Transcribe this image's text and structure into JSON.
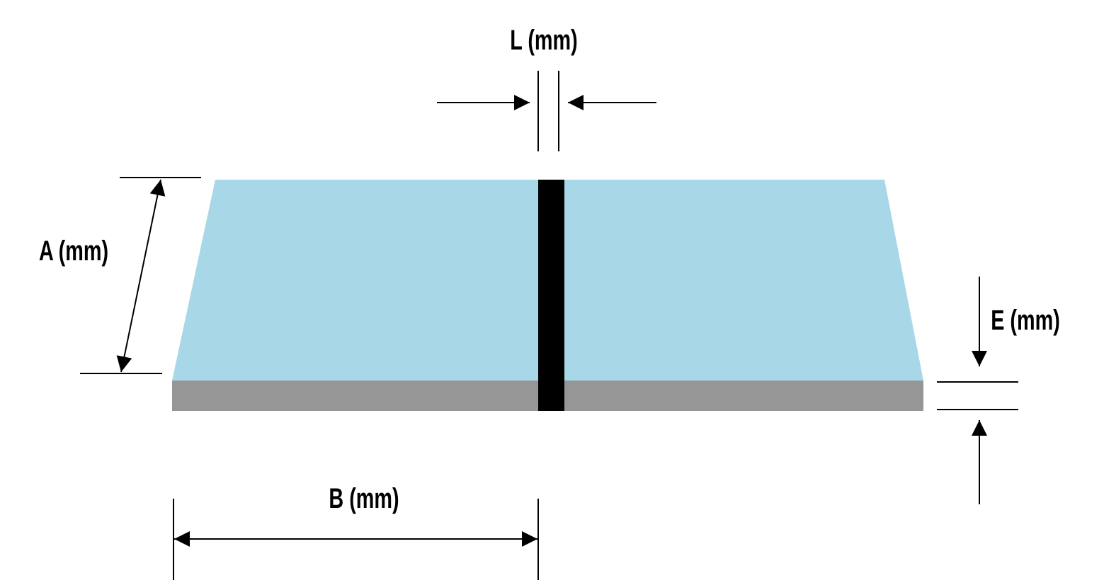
{
  "labels": {
    "L": "L (mm)",
    "A": "A (mm)",
    "E": "E (mm)",
    "B": "B (mm)"
  },
  "colors": {
    "panel": "#a8d8e8",
    "base": "#969696",
    "joint": "#000000"
  }
}
